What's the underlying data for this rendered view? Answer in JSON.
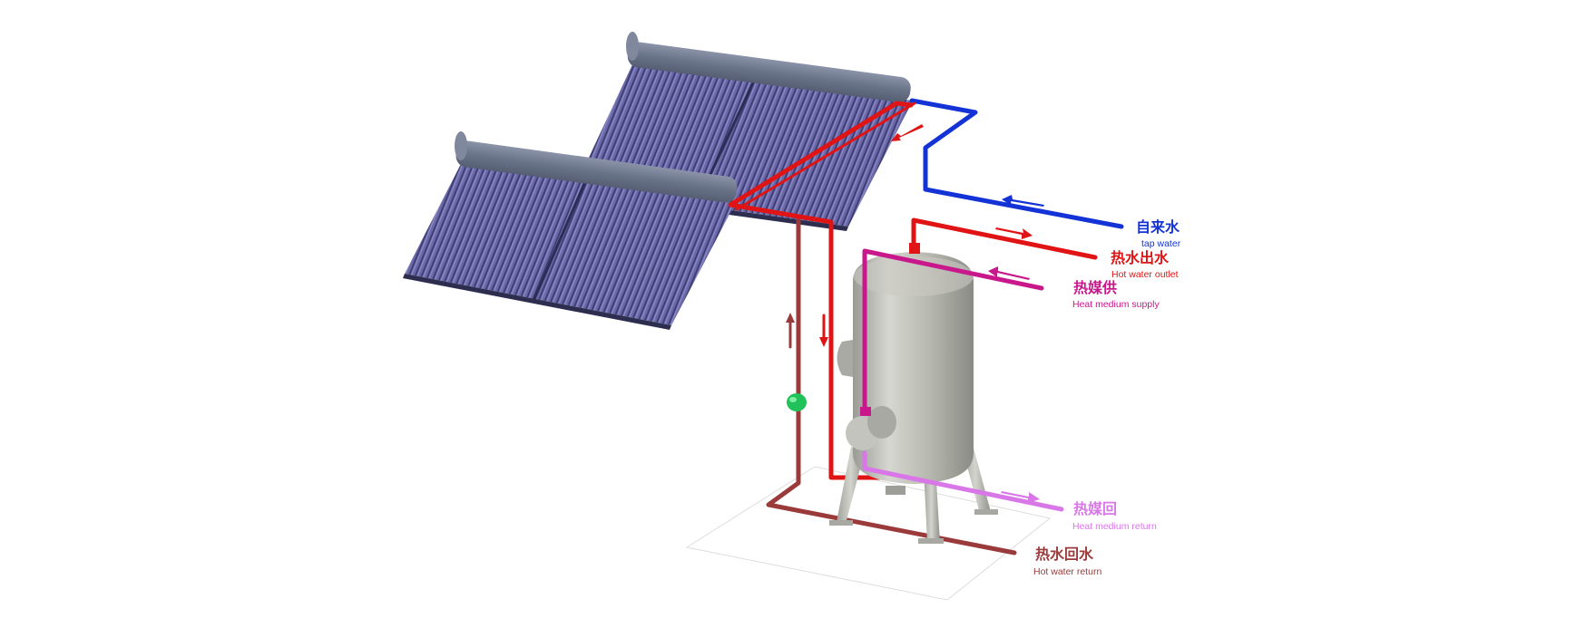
{
  "labels": {
    "tap_water": {
      "cn": "自来水",
      "en": "tap water"
    },
    "hot_outlet": {
      "cn": "热水出水",
      "en": "Hot water outlet"
    },
    "heat_supply": {
      "cn": "热媒供",
      "en": "Heat medium supply"
    },
    "heat_return": {
      "cn": "热媒回",
      "en": "Heat medium return"
    },
    "hot_return": {
      "cn": "热水回水",
      "en": "Hot water return"
    }
  },
  "colors": {
    "tap_water": "#1433d6",
    "hot_outlet": "#e01414",
    "heat_supply": "#c8188c",
    "heat_return": "#d977e8",
    "hot_return": "#9b3a3a",
    "collector_tube": "#4f4f8f",
    "header": "#6d7890",
    "tank": "#b9bab3",
    "pump": "#22c25a"
  }
}
